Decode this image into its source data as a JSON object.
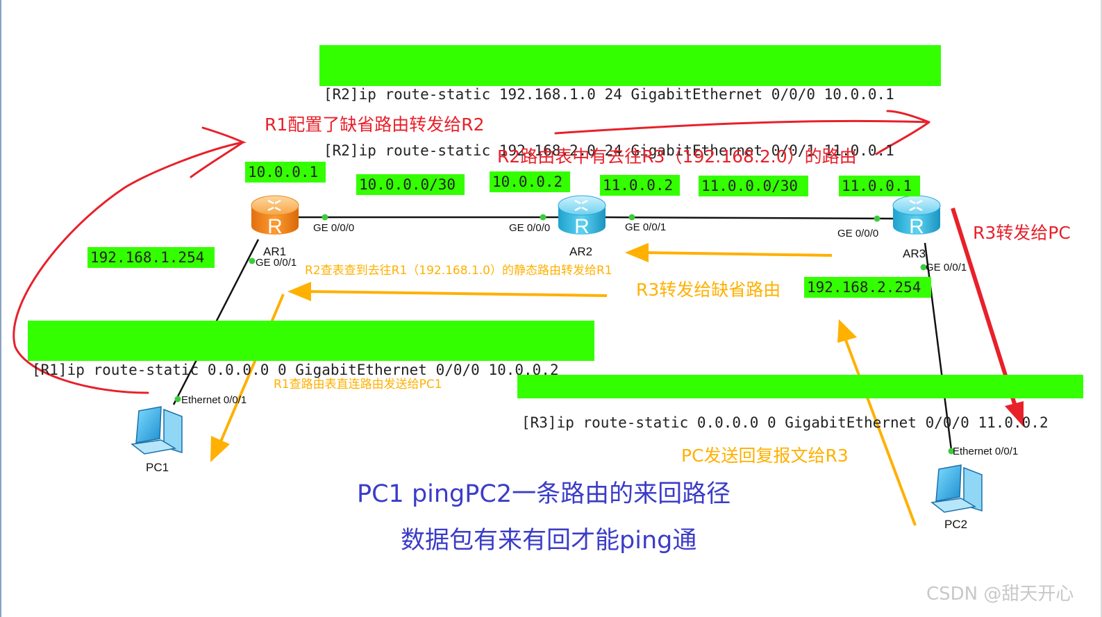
{
  "commands": {
    "r2_line1": "[R2]ip route-static 192.168.1.0 24 GigabitEthernet 0/0/0 10.0.0.1",
    "r2_line2": "[R2]ip route-static 192.168.2.0 24 GigabitEthernet 0/0/1 11.0.0.1",
    "r1": "[R1]ip route-static 0.0.0.0 0 GigabitEthernet 0/0/0 10.0.0.2",
    "r3": "[R3]ip route-static 0.0.0.0 0 GigabitEthernet 0/0/0 11.0.0.2"
  },
  "ip_labels": {
    "r1_ge000": "10.0.0.1",
    "net_r1_r2": "10.0.0.0/30",
    "r2_ge000": "10.0.0.2",
    "r2_ge001": "11.0.0.2",
    "net_r2_r3": "11.0.0.0/30",
    "r3_ge000": "11.0.0.1",
    "r1_ge001": "192.168.1.254",
    "r3_ge001": "192.168.2.254"
  },
  "devices": {
    "ar1": "AR1",
    "ar2": "AR2",
    "ar3": "AR3",
    "pc1": "PC1",
    "pc2": "PC2",
    "router_glyph": "R"
  },
  "ports": {
    "ar1_ge000": "GE 0/0/0",
    "ar1_ge001": "GE 0/0/1",
    "ar2_ge000": "GE 0/0/0",
    "ar2_ge001": "GE 0/0/1",
    "ar3_ge000": "GE 0/0/0",
    "ar3_ge001": "GE 0/0/1",
    "pc1_eth": "Ethernet 0/0/1",
    "pc2_eth": "Ethernet 0/0/1"
  },
  "annotations": {
    "r1_default": "R1配置了缺省路由转发给R2",
    "r2_table": "R2路由表中有去往R3（192.168.2.0）的路由",
    "r3_to_pc": "R3转发给PC",
    "r2_lookup": "R2查表查到去往R1（192.168.1.0）的静态路由转发给R1",
    "r3_default": "R3转发给缺省路由",
    "r1_direct": "R1查路由表直连路由发送给PC1",
    "pc_reply": "PC发送回复报文给R3"
  },
  "title": {
    "line1": "PC1 pingPC2一条路由的来回路径",
    "line2": "数据包有来有回才能ping通"
  },
  "watermark": "CSDN @甜天开心",
  "colors": {
    "highlight": "#33ff00",
    "red_note": "#e8202a",
    "orange_note": "#ffb000",
    "title_blue": "#3b3cc8",
    "router_orange": "#f28a1a",
    "router_blue": "#34b8dc",
    "port_dot": "#3ccc3c"
  },
  "icons": [
    "router-icon",
    "pc-icon",
    "arrow"
  ]
}
